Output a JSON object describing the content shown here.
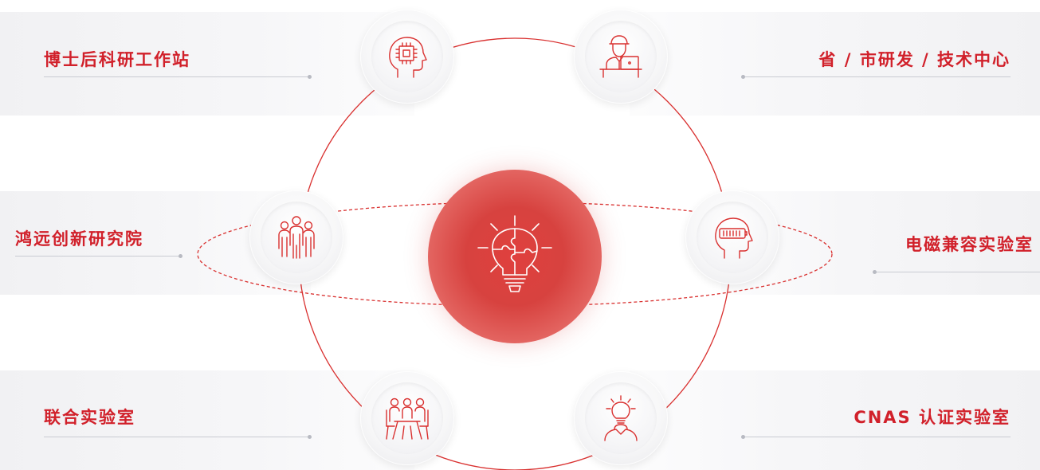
{
  "accent_color": "#d1202a",
  "center": {
    "icon": "lightbulb-puzzle-icon"
  },
  "items": [
    {
      "label": "博士后科研工作站",
      "icon": "ai-chip-head-icon"
    },
    {
      "label": "省 / 市研发 / 技术中心",
      "icon": "engineer-laptop-icon"
    },
    {
      "label": "鸿远创新研究院",
      "icon": "team-people-icon"
    },
    {
      "label": "电磁兼容实验室",
      "icon": "head-battery-icon"
    },
    {
      "label": "联合实验室",
      "icon": "meeting-table-icon"
    },
    {
      "label": "CNAS 认证实验室",
      "icon": "person-idea-icon"
    }
  ]
}
